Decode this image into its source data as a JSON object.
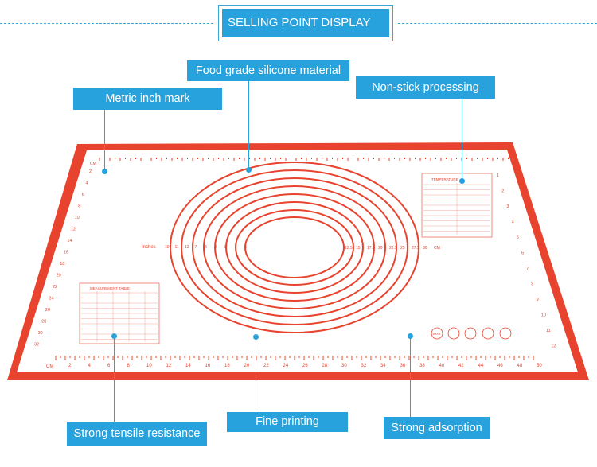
{
  "header": {
    "title": "SELLING POINT DISPLAY"
  },
  "callouts": {
    "food_grade": "Food grade silicone material",
    "metric_inch": "Metric inch mark",
    "non_stick": "Non-stick processing",
    "tensile": "Strong tensile resistance",
    "fine_printing": "Fine printing",
    "adsorption": "Strong adsorption"
  },
  "mat": {
    "unit_cm": "CM",
    "unit_inches": "Inches",
    "bottom_ruler": [
      "2",
      "4",
      "6",
      "8",
      "10",
      "12",
      "14",
      "16",
      "18",
      "20",
      "22",
      "24",
      "26",
      "28",
      "30",
      "32",
      "34",
      "36",
      "38",
      "40",
      "42",
      "44",
      "46",
      "48",
      "50"
    ],
    "left_ruler": [
      "2",
      "4",
      "6",
      "8",
      "10",
      "12",
      "14",
      "16",
      "18",
      "20",
      "22",
      "24",
      "26",
      "28",
      "30",
      "32"
    ],
    "right_ruler": [
      "1",
      "2",
      "3",
      "4",
      "5",
      "6",
      "7",
      "8",
      "9",
      "10",
      "11",
      "12"
    ],
    "circle_left_labels": [
      "10",
      "11",
      "12",
      "7",
      "8",
      "9",
      "8",
      "7",
      "6"
    ],
    "circle_right_labels": [
      "12.5",
      "15",
      "17.5",
      "20",
      "22.5",
      "25",
      "27.5",
      "30"
    ],
    "circle_right_unit": "CM",
    "temperature_title": "TEMPERATURE",
    "measurement_title": "MEASUREMENT TABLE",
    "badge_100": "100%"
  },
  "colors": {
    "accent": "#27a2dc",
    "mat_red": "#e8432e"
  }
}
